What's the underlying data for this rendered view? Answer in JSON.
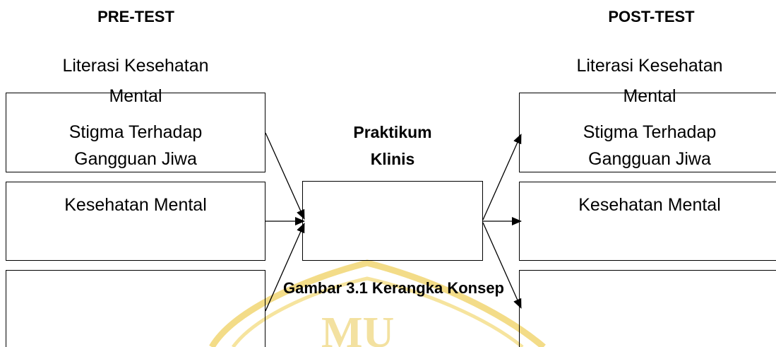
{
  "headers": {
    "pre": "PRE-TEST",
    "post": "POST-TEST"
  },
  "pre_test": {
    "literasi_line1": "Literasi Kesehatan",
    "literasi_line2": "Mental",
    "stigma_line1": "Stigma Terhadap",
    "stigma_line2": "Gangguan Jiwa",
    "kesehatan_mental": "Kesehatan Mental"
  },
  "post_test": {
    "literasi_line1": "Literasi Kesehatan",
    "literasi_line2": "Mental",
    "stigma_line1": "Stigma Terhadap",
    "stigma_line2": "Gangguan Jiwa",
    "kesehatan_mental": "Kesehatan Mental"
  },
  "center": {
    "line1": "Praktikum",
    "line2": "Klinis"
  },
  "caption": "Gambar 3.1 Kerangka Konsep",
  "colors": {
    "stroke": "#000000",
    "watermark": "#f0d77a"
  }
}
